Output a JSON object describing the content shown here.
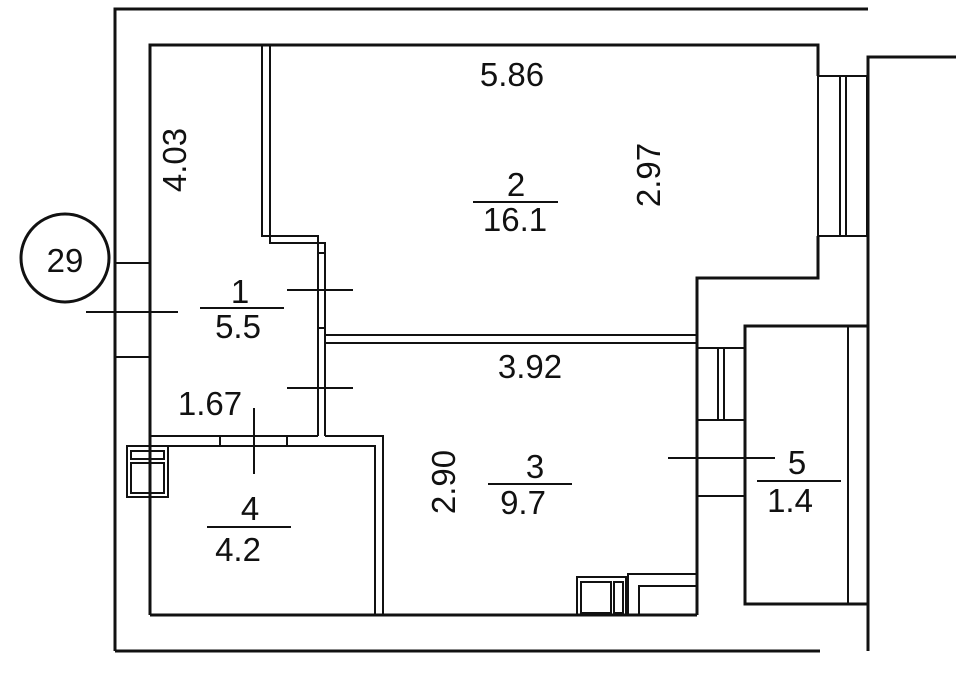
{
  "plan": {
    "unit_number": "29",
    "rooms": [
      {
        "number": "1",
        "area": "5.5"
      },
      {
        "number": "2",
        "area": "16.1"
      },
      {
        "number": "3",
        "area": "9.7"
      },
      {
        "number": "4",
        "area": "4.2"
      },
      {
        "number": "5",
        "area": "1.4"
      }
    ],
    "dimensions": {
      "room2_width": "5.86",
      "room2_depth": "2.97",
      "room1_length": "4.03",
      "room1_width": "1.67",
      "room3_width": "3.92",
      "room3_depth": "2.90"
    }
  }
}
